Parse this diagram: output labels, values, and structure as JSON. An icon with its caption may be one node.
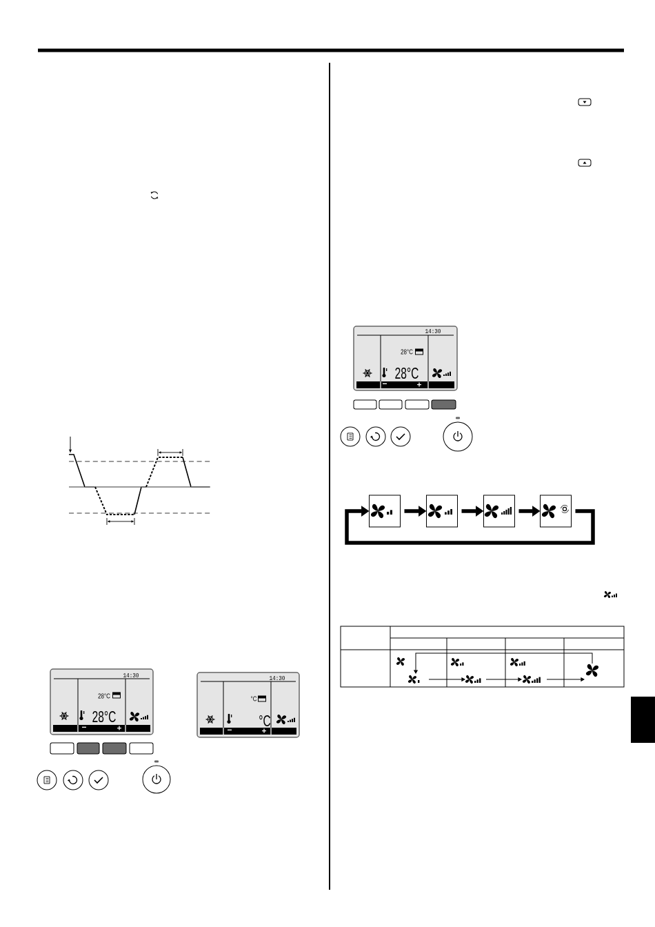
{
  "diagram": {
    "nodes": [
      {
        "text": [],
        "shape": "box"
      },
      {
        "text": [],
        "shape": "box"
      },
      {
        "text": [],
        "shape": "box"
      },
      {
        "text": [],
        "shape": "box"
      },
      {
        "text": [],
        "shape": "picture"
      },
      {
        "text": [],
        "shape": "picture"
      },
      {
        "text": [],
        "shape": "picture"
      },
      {
        "text": [],
        "shape": "picture"
      }
    ],
    "edges": [
      {
        "from": 0,
        "to": 1,
        "arrow": "to",
        "style": "thick"
      },
      {
        "from": 1,
        "to": 2,
        "arrow": "to",
        "style": "thick"
      },
      {
        "from": 2,
        "to": 3,
        "arrow": "to",
        "style": "thick"
      },
      {
        "from": 3,
        "to": 0,
        "arrow": "to",
        "style": "thick"
      },
      {
        "from": 4,
        "to": 5,
        "arrow": "to"
      },
      {
        "from": 5,
        "to": 6,
        "arrow": "to"
      },
      {
        "from": 6,
        "to": 7,
        "arrow": "to"
      },
      {
        "from": 7,
        "to": 4,
        "arrow": "to"
      }
    ],
    "labels": [
      "14:30",
      "28°C",
      "28°C",
      "−",
      "+",
      "14:30",
      "°C",
      "°C",
      "−",
      "+",
      "14:30",
      "28°C",
      "28°C",
      "−",
      "+"
    ]
  }
}
